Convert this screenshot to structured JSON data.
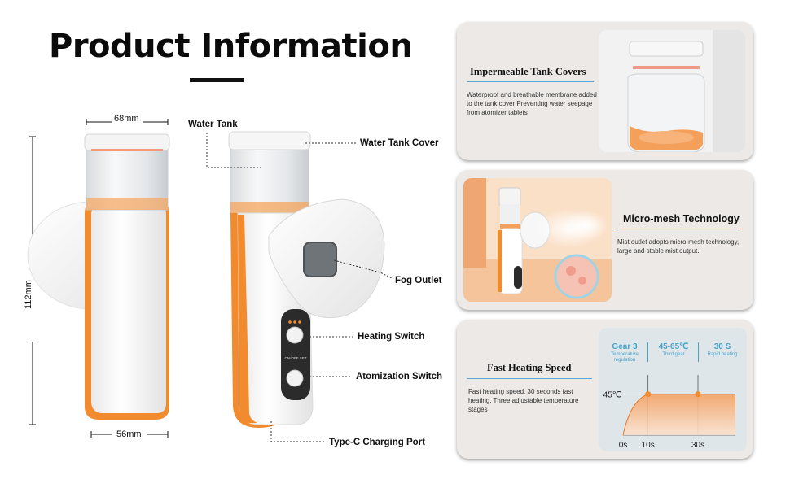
{
  "header": {
    "title": "Product Information"
  },
  "dimensions": {
    "width_top": "68mm",
    "height": "112mm",
    "width_bottom": "56mm"
  },
  "callouts": {
    "water_tank": "Water Tank",
    "water_tank_cover": "Water Tank Cover",
    "fog_outlet": "Fog Outlet",
    "heating_switch": "Heating Switch",
    "atomization_switch": "Atomization Switch",
    "type_c_port": "Type-C Charging Port"
  },
  "device": {
    "onoff_label": "ON/OFF  SET"
  },
  "features": [
    {
      "title": "Impermeable Tank Covers",
      "description": "Waterproof and breathable membrane added to the tank cover Preventing water seepage from atomizer tablets"
    },
    {
      "title": "Micro-mesh Technology",
      "description": "Mist outlet adopts micro-mesh technology, large and stable mist output."
    },
    {
      "title": "Fast Heating Speed",
      "description": "Fast heating speed, 30 seconds fast heating. Three adjustable temperature stages"
    }
  ],
  "heating_stats": [
    {
      "value": "Gear 3",
      "caption": "Temperature regulation"
    },
    {
      "value": "45-65℃",
      "caption": "Third gear"
    },
    {
      "value": "30 S",
      "caption": "Rapid heating"
    }
  ],
  "colors": {
    "accent_orange": "#f28a2e",
    "stat_blue": "#4aa3c9",
    "panel_bg": "#ece9e6",
    "rule_blue": "#5aa8d6"
  },
  "chart_data": {
    "type": "area",
    "x": [
      0,
      10,
      30
    ],
    "x_tick_labels": [
      "0s",
      "10s",
      "30s"
    ],
    "y_tick_labels": [
      "45℃"
    ],
    "series": [
      {
        "x": [
          0,
          5,
          10,
          20,
          30
        ],
        "y": [
          0,
          0.75,
          1,
          1,
          1
        ]
      }
    ],
    "markers_x": [
      10,
      30
    ],
    "xlim": [
      0,
      45
    ],
    "ylim": [
      0,
      1.35
    ],
    "grid": true
  }
}
